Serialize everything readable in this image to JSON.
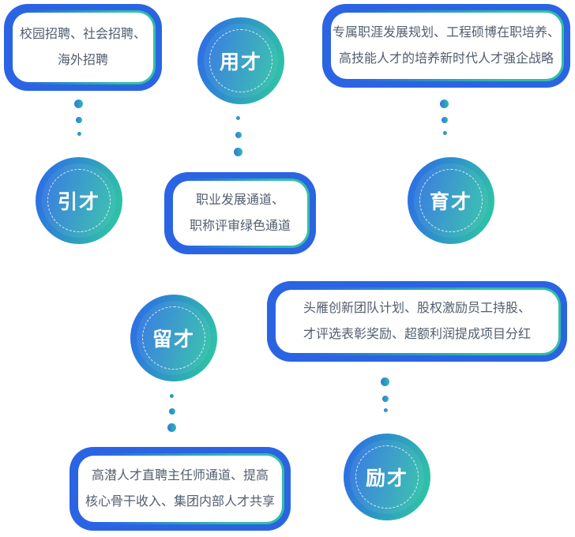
{
  "palette": {
    "border_blue": "#2b64e3",
    "accent_teal": "#32bfa5",
    "circle_gradient_start": "#2d6ce6",
    "circle_gradient_end": "#2ec7a2",
    "box_text_color": "#525e6e",
    "circle_text_color": "#ffffff",
    "background": "#ffffff"
  },
  "nodes": {
    "yincai": {
      "label": "引才"
    },
    "yongcai": {
      "label": "用才"
    },
    "yucai": {
      "label": "育才"
    },
    "liucai": {
      "label": "留才"
    },
    "licai": {
      "label": "励才"
    }
  },
  "boxes": {
    "recruit": {
      "line1": "校园招聘、社会招聘、",
      "line2": "海外招聘"
    },
    "develop": {
      "line1": "专属职涯发展规划、工程硕博在职培养、",
      "line2": "高技能人才的培养新时代人才强企战略"
    },
    "career": {
      "line1": "职业发展通道、",
      "line2": "职称评审绿色通道"
    },
    "incentive": {
      "line1": "头雁创新团队计划、股权激励员工持股、",
      "line2": "才评选表彰奖励、超额利润提成项目分红"
    },
    "retain": {
      "line1": "高潜人才直聘主任师通道、提高",
      "line2": "核心骨干收入、集团内部人才共享"
    }
  }
}
